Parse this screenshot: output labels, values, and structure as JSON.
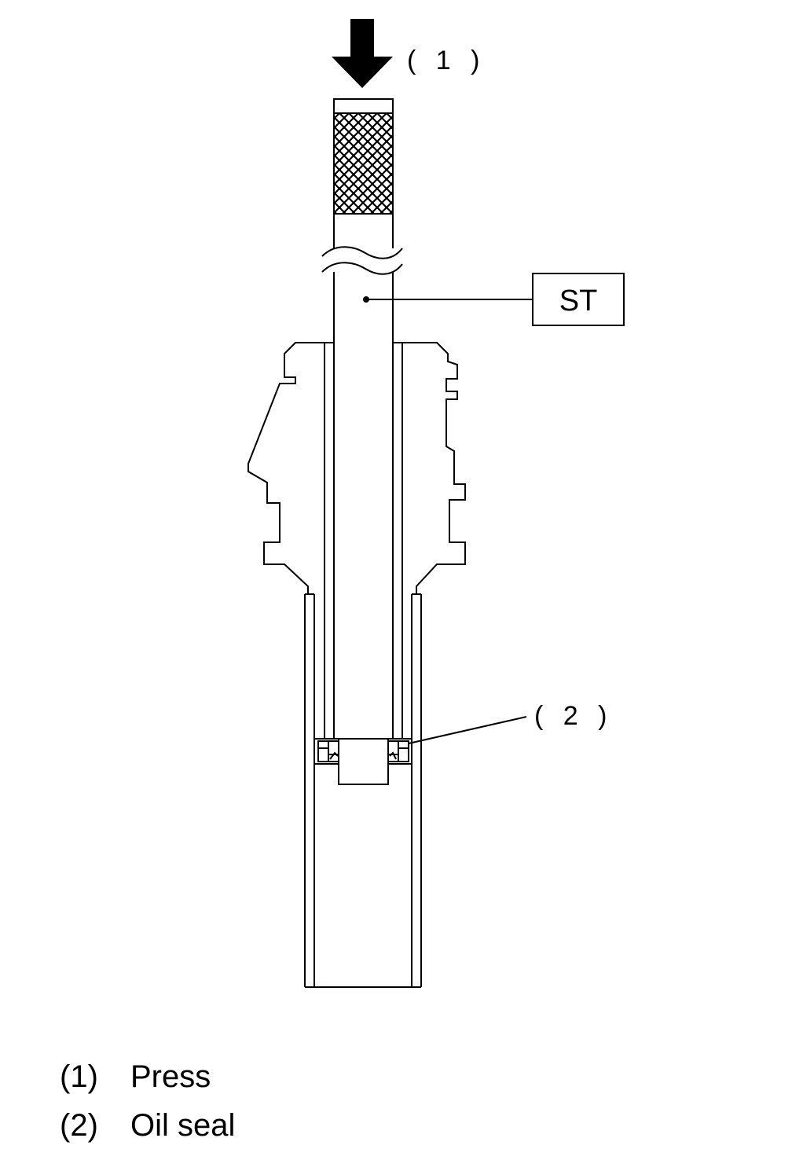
{
  "callouts": {
    "press": "( 1 )",
    "oil_seal": "( 2 )"
  },
  "tool_label": "ST",
  "legend": [
    {
      "num": "(1)",
      "text": "Press"
    },
    {
      "num": "(2)",
      "text": "Oil seal"
    }
  ]
}
